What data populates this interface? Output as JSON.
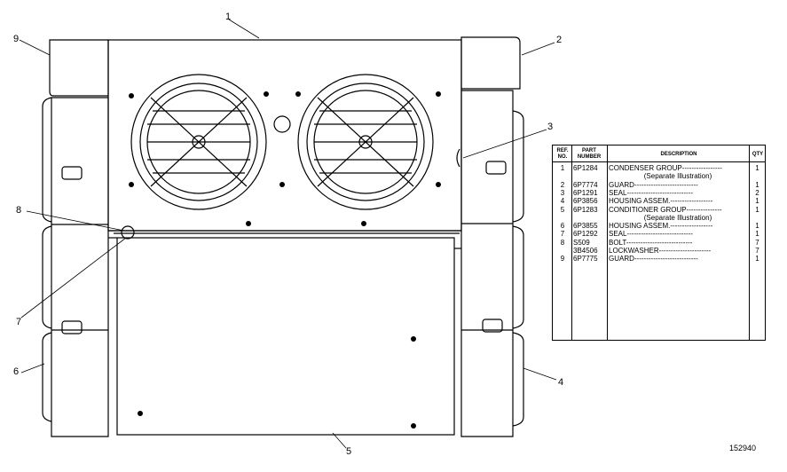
{
  "callouts": [
    "1",
    "2",
    "3",
    "4",
    "5",
    "6",
    "7",
    "8",
    "9"
  ],
  "table": {
    "headers": {
      "ref": "REF. NO.",
      "part": "PART NUMBER",
      "desc": "DESCRIPTION",
      "qty": "QTY"
    },
    "rows": [
      {
        "ref": "1",
        "part": "6P1284",
        "desc": "CONDENSER GROUP-----------------",
        "qty": "1"
      },
      {
        "ref": "",
        "part": "",
        "desc": "(Separate Illustration)",
        "qty": ""
      },
      {
        "ref": "2",
        "part": "6P7774",
        "desc": "GUARD---------------------------",
        "qty": "1"
      },
      {
        "ref": "3",
        "part": "6P1291",
        "desc": "SEAL----------------------------",
        "qty": "2"
      },
      {
        "ref": "4",
        "part": "6P3856",
        "desc": "HOUSING ASSEM.------------------",
        "qty": "1"
      },
      {
        "ref": "5",
        "part": "6P1283",
        "desc": "CONDITIONER GROUP---------------",
        "qty": "1"
      },
      {
        "ref": "",
        "part": "",
        "desc": "(Separate Illustration)",
        "qty": ""
      },
      {
        "ref": "6",
        "part": "6P3855",
        "desc": "HOUSING ASSEM.------------------",
        "qty": "1"
      },
      {
        "ref": "7",
        "part": "6P1292",
        "desc": "SEAL----------------------------",
        "qty": "1"
      },
      {
        "ref": "8",
        "part": "S509",
        "desc": "BOLT----------------------------",
        "qty": "7"
      },
      {
        "ref": "",
        "part": "3B4506",
        "desc": "LOCKWASHER----------------------",
        "qty": "7"
      },
      {
        "ref": "9",
        "part": "6P7775",
        "desc": "GUARD---------------------------",
        "qty": "1"
      }
    ]
  },
  "drawing_number": "152940"
}
